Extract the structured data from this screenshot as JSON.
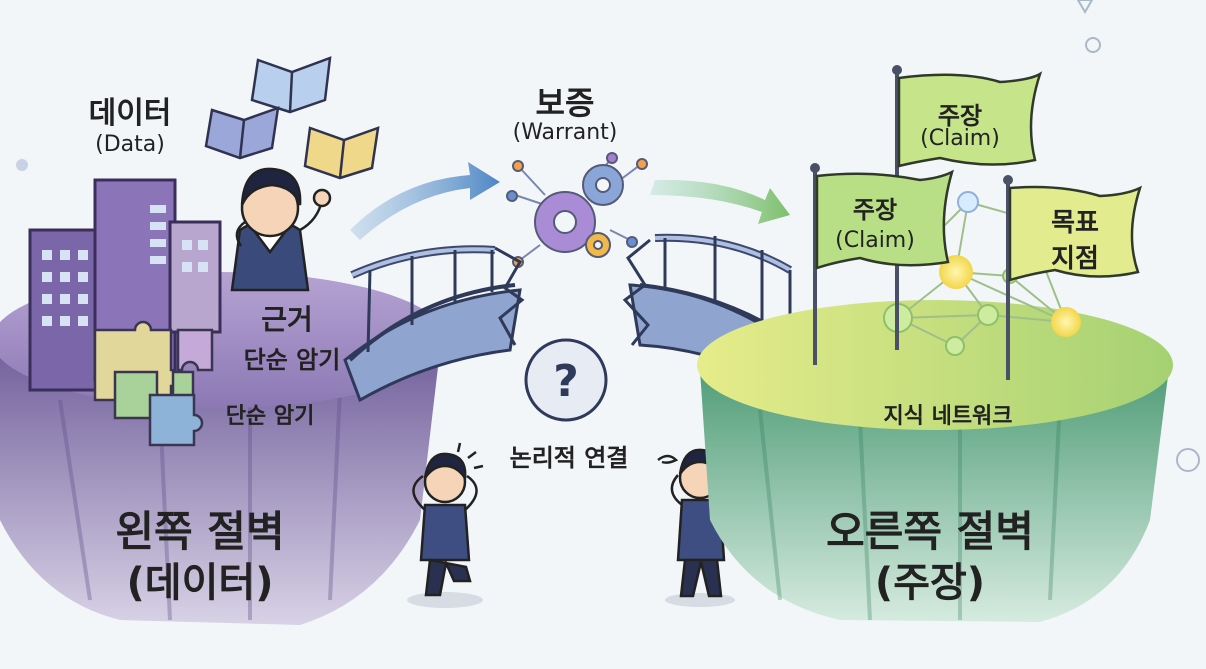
{
  "data_label": {
    "ko": "데이터",
    "en": "(Data)"
  },
  "warrant_label": {
    "ko": "보증",
    "en": "(Warrant)"
  },
  "grounds_label": "근거",
  "rote_label_1": "단순 암기",
  "rote_label_2": "단순 암기",
  "logic_label": "논리적 연결",
  "network_label": "지식 네트워크",
  "left_cliff": {
    "title": "왼쪽 절벽",
    "subtitle": "(데이터)"
  },
  "right_cliff": {
    "title": "오른쪽 절벽",
    "subtitle": "(주장)"
  },
  "flag_claim_top": {
    "ko": "주장",
    "en": "(Claim)"
  },
  "flag_claim_left": {
    "ko": "주장",
    "en": "(Claim)"
  },
  "flag_goal": {
    "line1": "목표",
    "line2": "지점"
  },
  "question_icon": "question-mark-icon",
  "colors": {
    "left_cliff": "#7d6ba6",
    "right_cliff": "#9cc86a",
    "arrow": "#5b8fc9",
    "flag": "#c6e58a"
  }
}
